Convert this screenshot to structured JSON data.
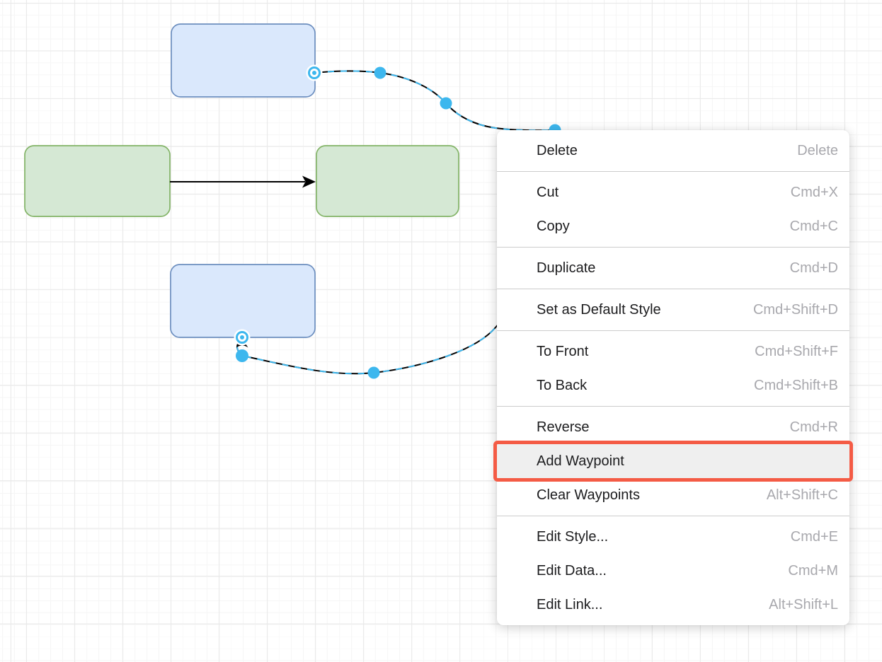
{
  "app": {
    "description": "Diagram editor canvas with right-click context menu for a selected edge"
  },
  "colors": {
    "blue_node_fill": "#dae8fc",
    "blue_node_stroke": "#6c8ebf",
    "green_node_fill": "#d5e8d4",
    "green_node_stroke": "#82b366",
    "edge_stroke": "#000000",
    "selection_dash": "#3db7ee",
    "handle_fill": "#3db7ee",
    "handle_ring_halo": "#ffffff",
    "menu_highlight_border": "#f45b45",
    "menu_highlight_bg": "#efefef",
    "grid_major": "#e9e9e9",
    "grid_minor": "#f6f6f6"
  },
  "menu": {
    "items": [
      {
        "label": "Delete",
        "shortcut": "Delete"
      },
      {
        "label": "Cut",
        "shortcut": "Cmd+X"
      },
      {
        "label": "Copy",
        "shortcut": "Cmd+C"
      },
      {
        "label": "Duplicate",
        "shortcut": "Cmd+D"
      },
      {
        "label": "Set as Default Style",
        "shortcut": "Cmd+Shift+D"
      },
      {
        "label": "To Front",
        "shortcut": "Cmd+Shift+F"
      },
      {
        "label": "To Back",
        "shortcut": "Cmd+Shift+B"
      },
      {
        "label": "Reverse",
        "shortcut": "Cmd+R"
      },
      {
        "label": "Add Waypoint",
        "shortcut": ""
      },
      {
        "label": "Clear Waypoints",
        "shortcut": "Alt+Shift+C"
      },
      {
        "label": "Edit Style...",
        "shortcut": "Cmd+E"
      },
      {
        "label": "Edit Data...",
        "shortcut": "Cmd+M"
      },
      {
        "label": "Edit Link...",
        "shortcut": "Alt+Shift+L"
      }
    ],
    "highlighted_item": "Add Waypoint"
  }
}
